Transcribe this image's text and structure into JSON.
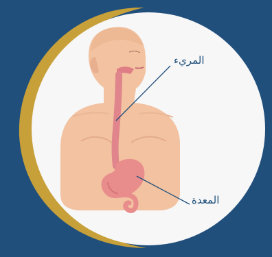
{
  "labels": {
    "esophagus": "المريء",
    "stomach": "المعدة"
  },
  "colors": {
    "background": "#214f7c",
    "gold_ring": "#c8a03a",
    "white_circle": "#f7f7f8",
    "skin": "#f2c2a1",
    "organ": "#e88d8b",
    "label_text": "#1e4f7a"
  },
  "icons": [
    "human-torso-illustration",
    "esophagus",
    "stomach"
  ]
}
